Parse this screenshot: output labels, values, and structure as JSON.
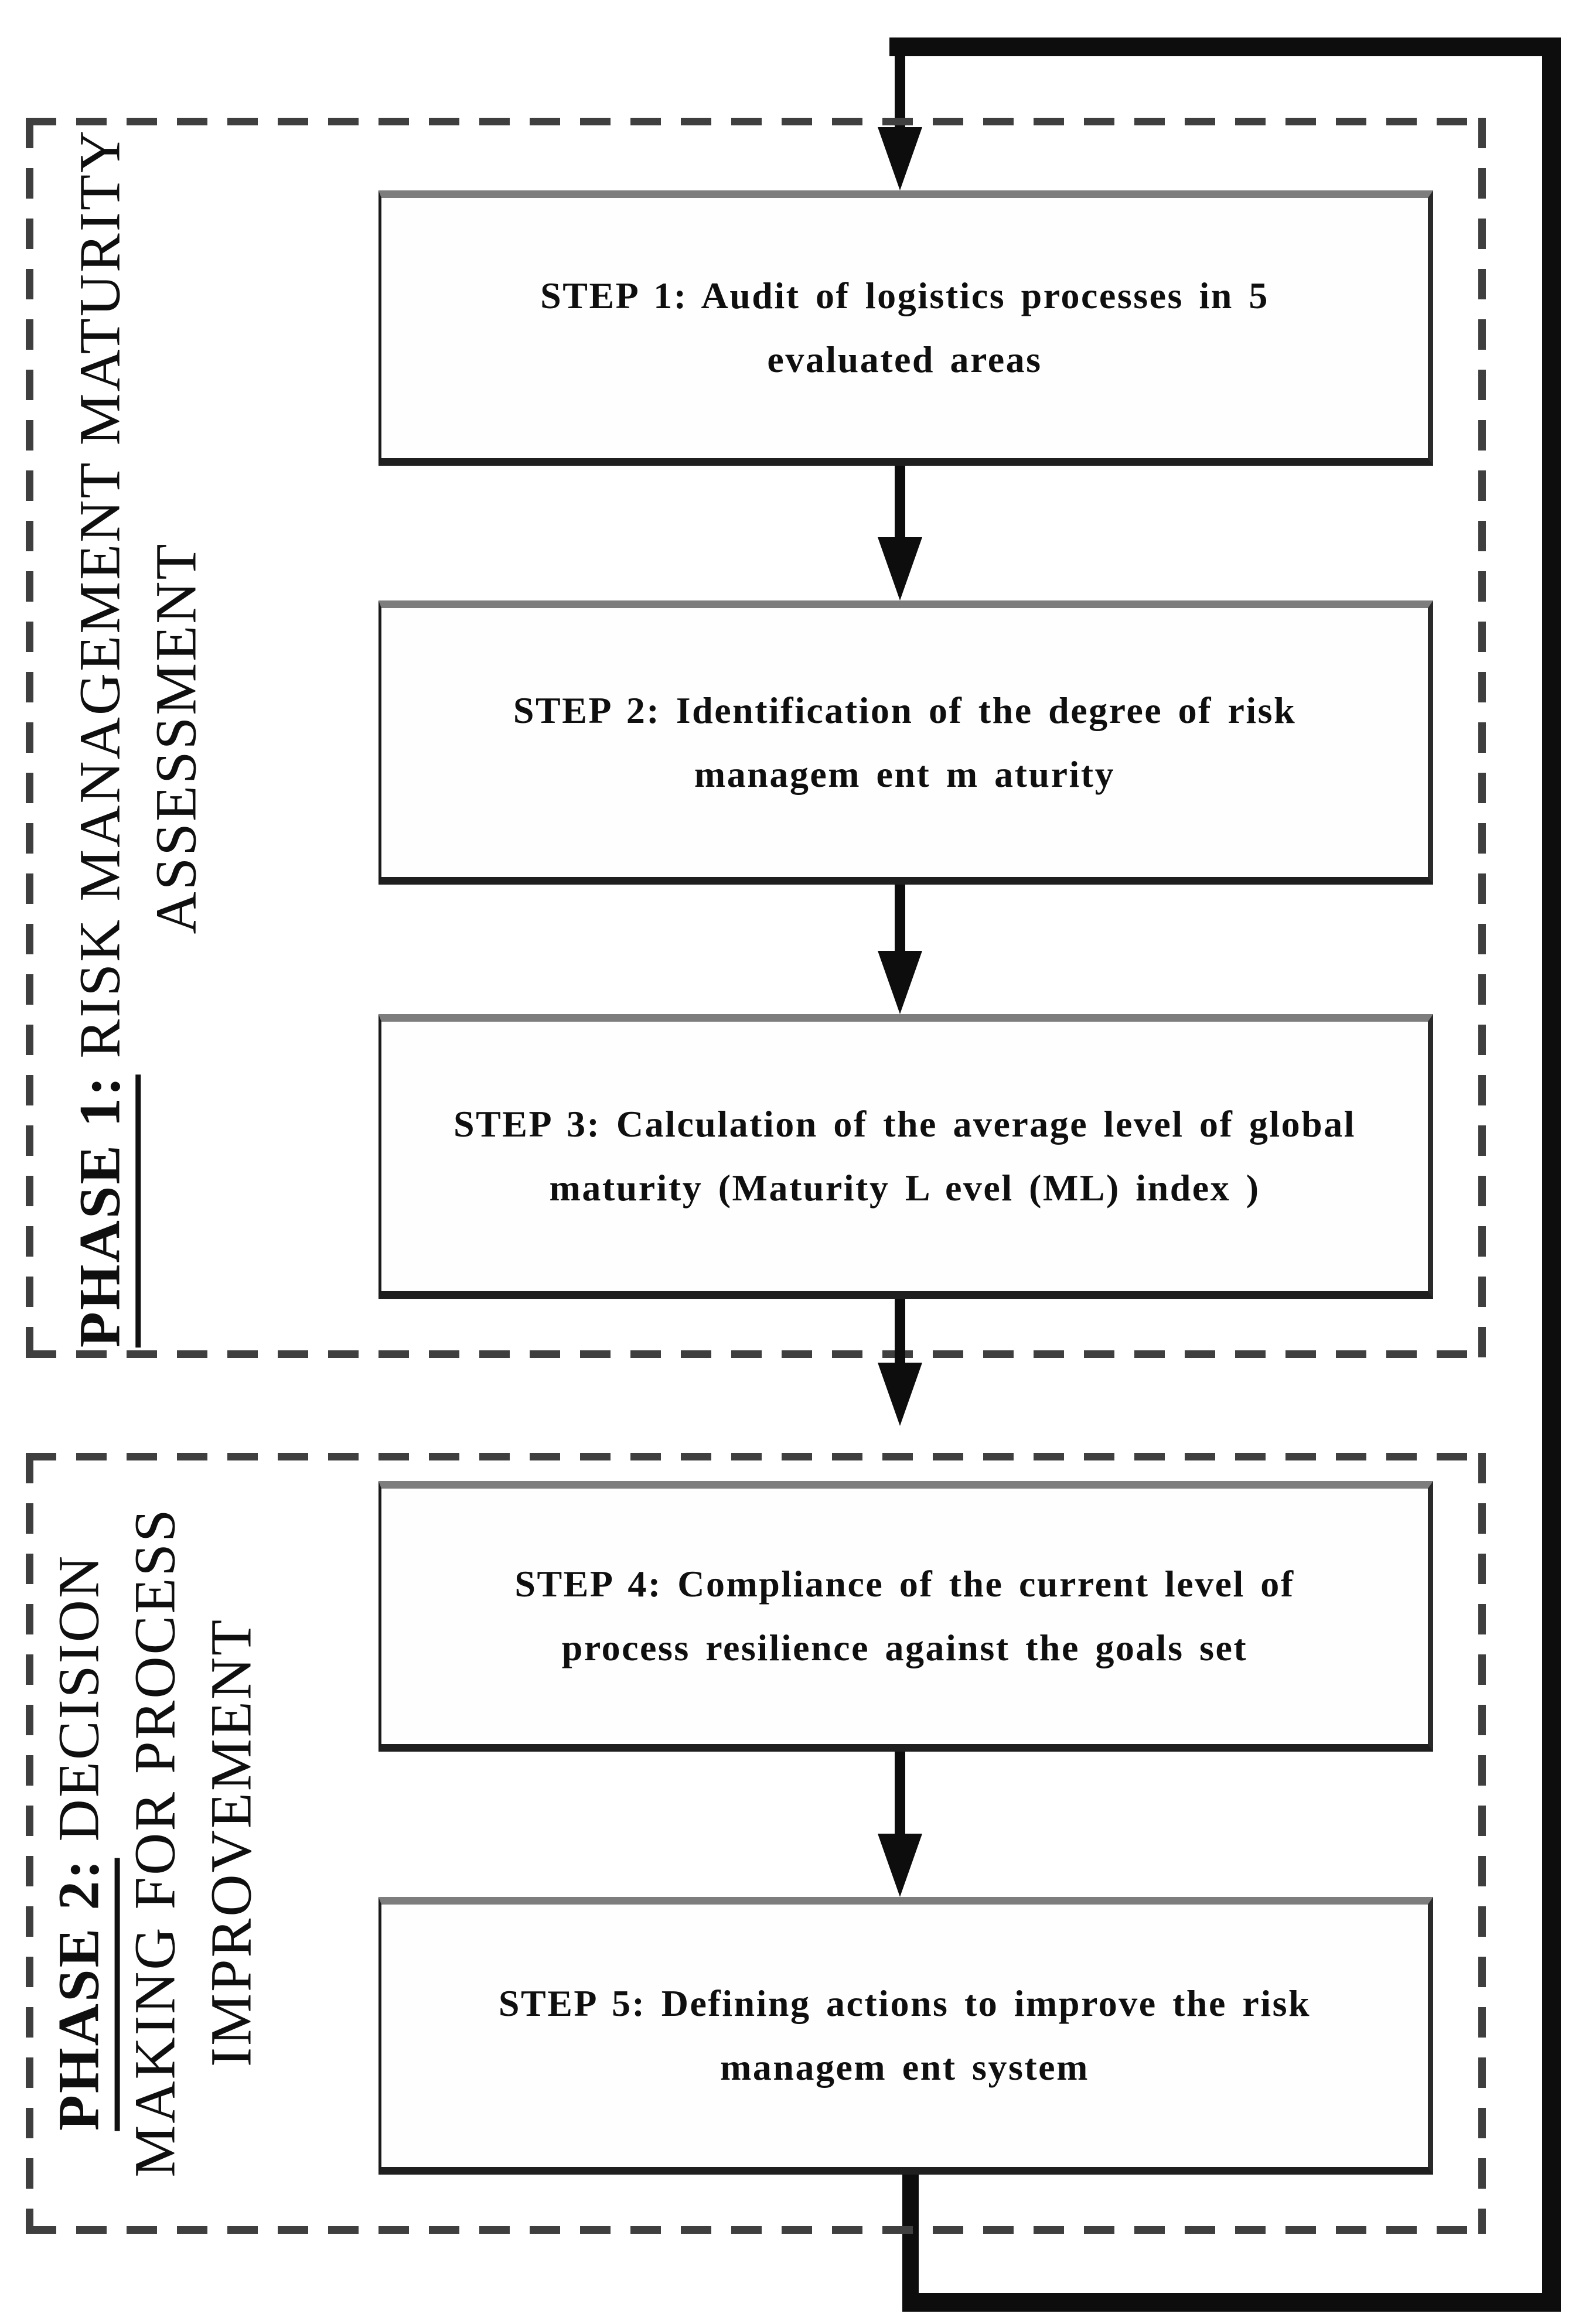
{
  "page": {
    "background_color": "#ffffff",
    "ink_color": "#0d0d0d",
    "box_top_border_color": "#7d7d7d",
    "dashed_border_color": "#3f3f3f"
  },
  "phase1": {
    "label": {
      "prefix": "PHASE 1:",
      "line1_rest": " RISK MANAGEMENT MATURITY",
      "line2": "ASSESSMENT"
    },
    "steps": {
      "step1": {
        "line1": "STEP 1: Audit of logistics processes in 5",
        "line2": "evaluated areas"
      },
      "step2": {
        "line1": "STEP 2: Identification of the degree of risk",
        "line2": "managem ent m aturity"
      },
      "step3": {
        "line1": "STEP 3: Calculation of the average level of global",
        "line2": "maturity (Maturity L evel (ML) index )"
      }
    }
  },
  "phase2": {
    "label": {
      "prefix": "PHASE 2:",
      "line1_rest": " DECISION",
      "line2": "MAKING FOR PROCESS",
      "line3": "IMPROVEMENT"
    },
    "steps": {
      "step4": {
        "line1": "STEP 4: Compliance of the current level of",
        "line2": "process resilience against the goals set"
      },
      "step5": {
        "line1": "STEP 5: Defining actions to improve the risk",
        "line2": "managem ent system"
      }
    }
  },
  "connectors": {
    "flow": [
      "step1 to step2",
      "step2 to step3",
      "step3 to step4",
      "step4 to step5"
    ],
    "feedback_loop": "step5 back to step1"
  }
}
